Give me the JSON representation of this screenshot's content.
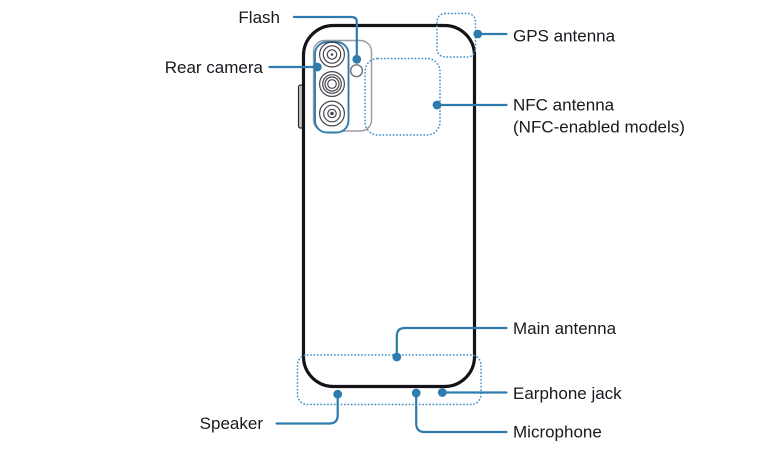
{
  "figure": {
    "kind": "smartphone-back-view-diagram",
    "background": "#ffffff",
    "colors": {
      "connector_line": "#2e7cad",
      "dotted_region": "#4293c7",
      "label_text": "#18181f",
      "device_outline": "#141418",
      "camera_module_outline": "#2e7cad",
      "side_key_fill": "#c6c6c9"
    },
    "labels": {
      "flash": "Flash",
      "rear_camera": "Rear camera",
      "gps_antenna": "GPS antenna",
      "nfc_antenna": "NFC antenna",
      "nfc_antenna_note": "(NFC-enabled models)",
      "main_antenna": "Main antenna",
      "earphone_jack": "Earphone jack",
      "speaker": "Speaker",
      "microphone": "Microphone"
    },
    "device_features": {
      "camera_lens_count": 3,
      "dotted_regions": [
        "gps-antenna",
        "nfc-antenna",
        "main-antenna-bottom"
      ]
    }
  }
}
